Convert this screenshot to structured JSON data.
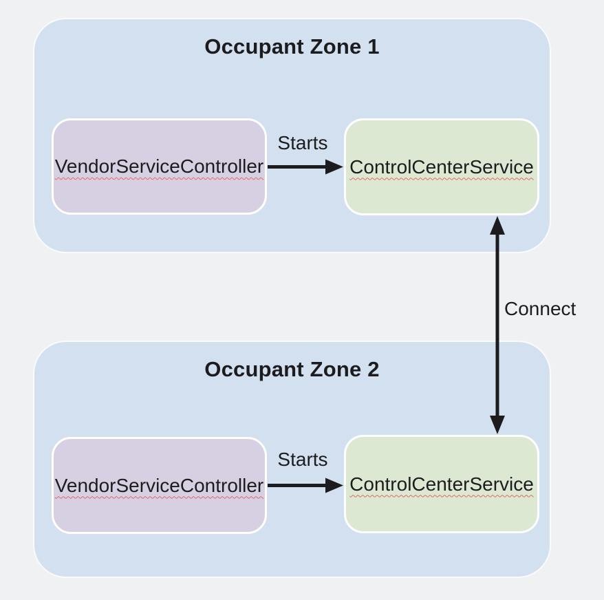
{
  "zones": [
    {
      "title": "Occupant Zone 1",
      "vendor_label": "VendorServiceController",
      "control_label": "ControlCenterService",
      "starts_label": "Starts"
    },
    {
      "title": "Occupant Zone 2",
      "vendor_label": "VendorServiceController",
      "control_label": "ControlCenterService",
      "starts_label": "Starts"
    }
  ],
  "connect_label": "Connect",
  "colors": {
    "page-bg": "#f0f1f3",
    "zone-bg": "#d3e0f0",
    "vendor-bg": "#d7cfe2",
    "control-bg": "#dde8d3",
    "text": "#1c1c1e",
    "arrow": "#1c1c1e",
    "squiggle": "#e0695f"
  }
}
